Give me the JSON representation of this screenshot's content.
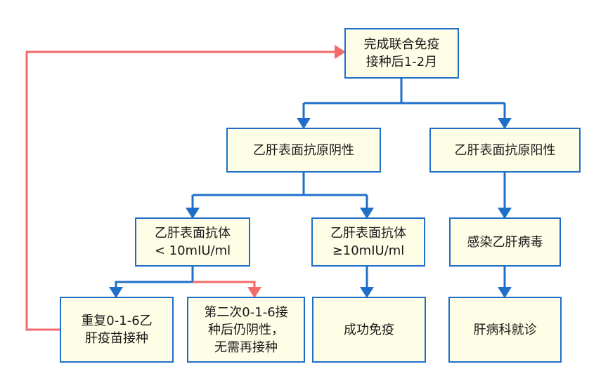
{
  "nodes": {
    "root": "完成联合免疫\n接种后1-2月",
    "hbsag_negative": "乙肝表面抗原阴性",
    "hbsag_positive": "乙肝表面抗原阳性",
    "antibody_low": "乙肝表面抗体\n< 10mIU/ml",
    "antibody_high": "乙肝表面抗体\n≥10mIU/ml",
    "infected": "感染乙肝病毒",
    "repeat": "重复0-1-6乙\n肝疫苗接种",
    "second": "第二次0-1-6接\n种后仍阴性，\n无需再接种",
    "success": "成功免疫",
    "clinic": "肝病科就诊"
  },
  "colors": {
    "box_fill": "#fefde6",
    "box_border": "#1f6fc8",
    "connector_blue": "#1f6fc8",
    "connector_red": "#f26a6a"
  }
}
